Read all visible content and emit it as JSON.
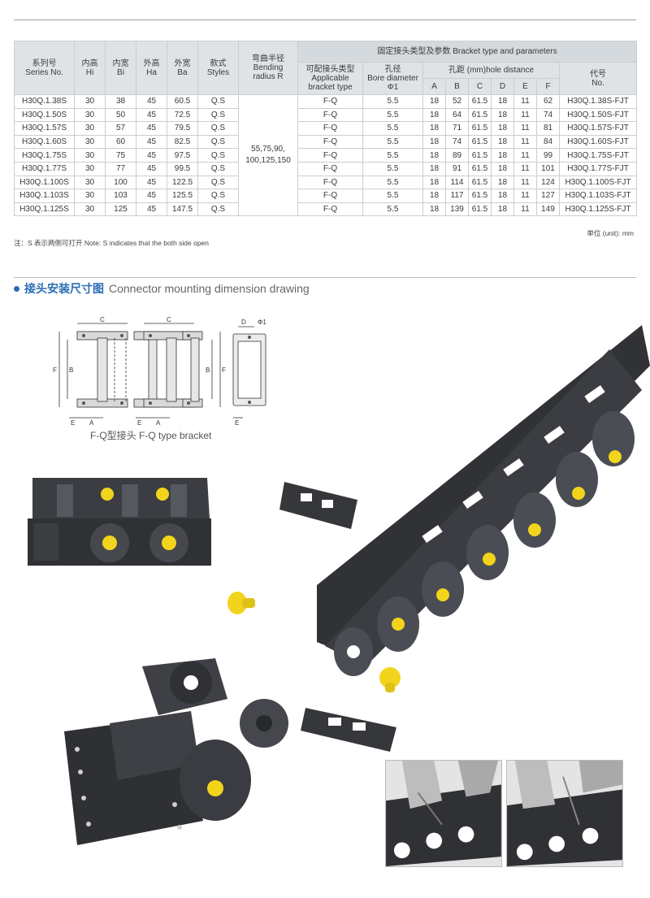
{
  "table": {
    "group_header": "固定接头类型及参数 Bracket type and parameters",
    "headers": {
      "series": [
        "系列号",
        "Series No."
      ],
      "hi": [
        "内高",
        "Hi"
      ],
      "bi": [
        "内宽",
        "Bi"
      ],
      "ha": [
        "外高",
        "Ha"
      ],
      "ba": [
        "外宽",
        "Ba"
      ],
      "styles": [
        "款式",
        "Styles"
      ],
      "radius": [
        "弯曲半径",
        "Bending",
        "radius R"
      ],
      "bracket": [
        "可配接头类型",
        "Applicable",
        "bracket type"
      ],
      "bore": [
        "孔径",
        "Bore diameter",
        "Φ1"
      ],
      "hole": "孔距 (mm)hole distance",
      "code": [
        "代号",
        "No."
      ]
    },
    "hole_cols": [
      "A",
      "B",
      "C",
      "D",
      "E",
      "F"
    ],
    "radius_values": [
      "55,75,90,",
      "100,125,150"
    ],
    "rows": [
      [
        "H30Q.1.38S",
        "30",
        "38",
        "45",
        "60.5",
        "Q.S",
        "F-Q",
        "5.5",
        "18",
        "52",
        "61.5",
        "18",
        "11",
        "62",
        "H30Q.1.38S-FJT"
      ],
      [
        "H30Q.1.50S",
        "30",
        "50",
        "45",
        "72.5",
        "Q.S",
        "F-Q",
        "5.5",
        "18",
        "64",
        "61.5",
        "18",
        "11",
        "74",
        "H30Q.1.50S-FJT"
      ],
      [
        "H30Q.1.57S",
        "30",
        "57",
        "45",
        "79.5",
        "Q.S",
        "F-Q",
        "5.5",
        "18",
        "71",
        "61.5",
        "18",
        "11",
        "81",
        "H30Q.1.57S-FJT"
      ],
      [
        "H30Q.1.60S",
        "30",
        "60",
        "45",
        "82.5",
        "Q.S",
        "F-Q",
        "5.5",
        "18",
        "74",
        "61.5",
        "18",
        "11",
        "84",
        "H30Q.1.60S-FJT"
      ],
      [
        "H30Q.1.75S",
        "30",
        "75",
        "45",
        "97.5",
        "Q.S",
        "F-Q",
        "5.5",
        "18",
        "89",
        "61.5",
        "18",
        "11",
        "99",
        "H30Q.1.75S-FJT"
      ],
      [
        "H30Q.1.77S",
        "30",
        "77",
        "45",
        "99.5",
        "Q.S",
        "F-Q",
        "5.5",
        "18",
        "91",
        "61.5",
        "18",
        "11",
        "101",
        "H30Q.1.77S-FJT"
      ],
      [
        "H30Q.1.100S",
        "30",
        "100",
        "45",
        "122.5",
        "Q.S",
        "F-Q",
        "5.5",
        "18",
        "114",
        "61.5",
        "18",
        "11",
        "124",
        "H30Q.1.100S-FJT"
      ],
      [
        "H30Q.1.103S",
        "30",
        "103",
        "45",
        "125.5",
        "Q.S",
        "F-Q",
        "5.5",
        "18",
        "117",
        "61.5",
        "18",
        "11",
        "127",
        "H30Q.1.103S-FJT"
      ],
      [
        "H30Q.1.125S",
        "30",
        "125",
        "45",
        "147.5",
        "Q.S",
        "F-Q",
        "5.5",
        "18",
        "139",
        "61.5",
        "18",
        "11",
        "149",
        "H30Q.1.125S-FJT"
      ]
    ]
  },
  "unit_text": "单位 (unit): mm",
  "note_text": "注：S 表示两侧可打开 Note: S indicates that the both side open",
  "section": {
    "title_cn": "接头安装尺寸图",
    "title_en": "Connector mounting dimension drawing"
  },
  "drawing": {
    "caption": "F-Q型接头  F-Q type bracket",
    "labels": {
      "c": "C",
      "f": "F",
      "b": "B",
      "e": "E",
      "a": "A",
      "d": "D",
      "phi": "Φ1"
    }
  },
  "colors": {
    "accent": "#2a6db3",
    "header_bg": "#dfe3e6",
    "plastic": "#3b3d42",
    "yellow": "#f2d41c"
  }
}
